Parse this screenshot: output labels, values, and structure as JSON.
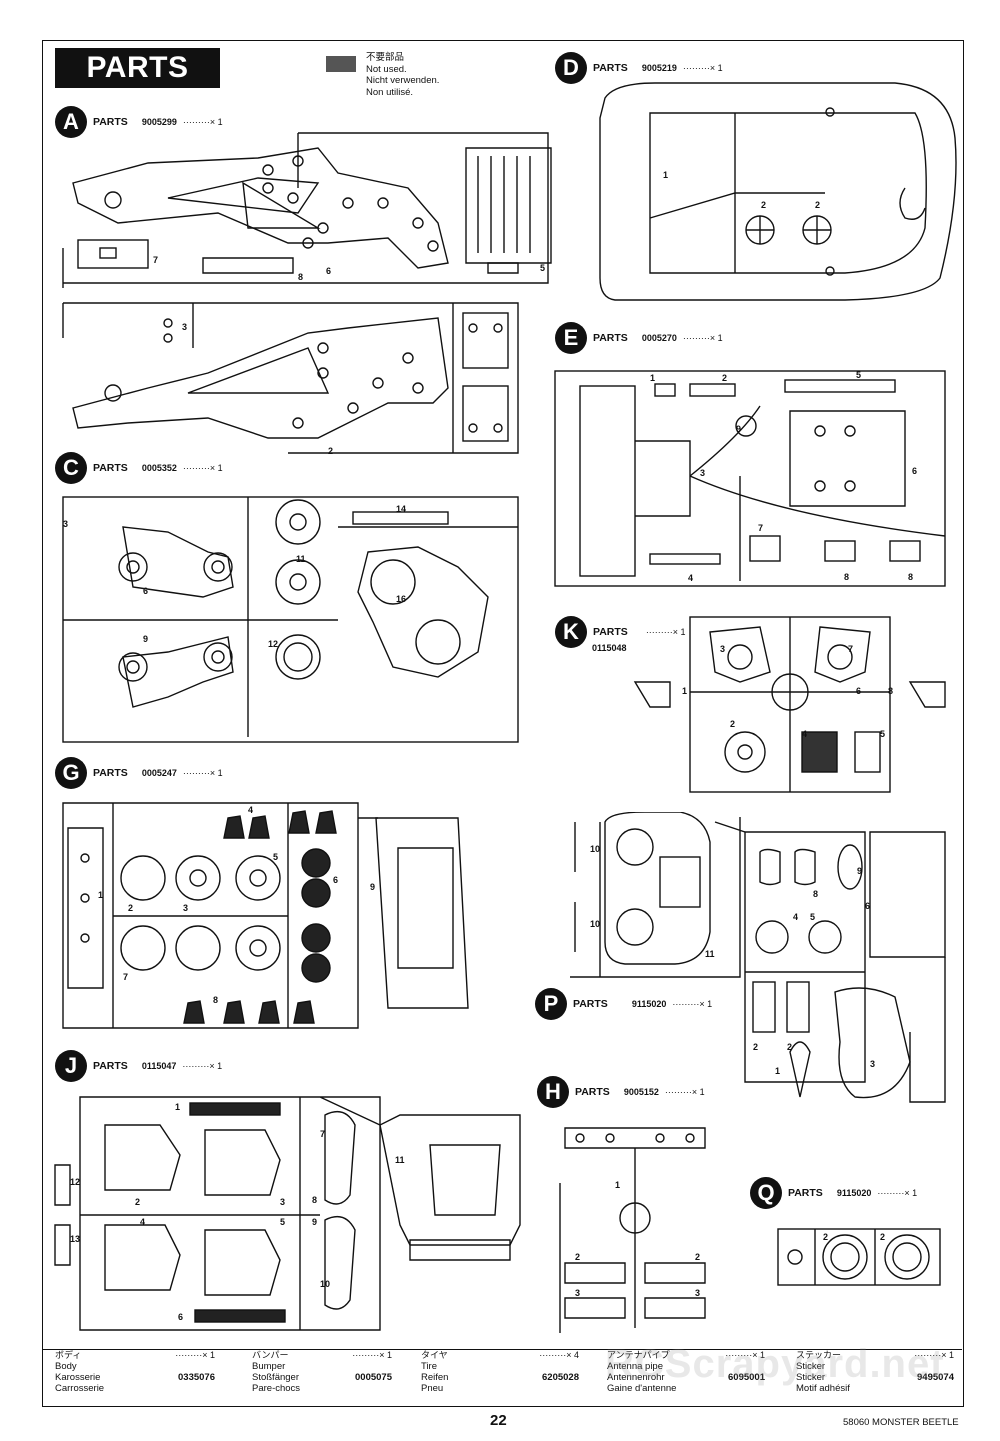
{
  "header": {
    "title": "PARTS",
    "legend_jp": "不要部品",
    "legend_en": "Not used.",
    "legend_de": "Nicht verwenden.",
    "legend_fr": "Non utilisé."
  },
  "sections": {
    "A": {
      "letter": "A",
      "label": "PARTS",
      "number": "9005299",
      "qty": "·········× 1"
    },
    "C": {
      "letter": "C",
      "label": "PARTS",
      "number": "0005352",
      "qty": "·········× 1"
    },
    "D": {
      "letter": "D",
      "label": "PARTS",
      "number": "9005219",
      "qty": "·········× 1"
    },
    "E": {
      "letter": "E",
      "label": "PARTS",
      "number": "0005270",
      "qty": "·········× 1"
    },
    "K": {
      "letter": "K",
      "label": "PARTS",
      "number": "0115048",
      "qty": "·········× 1"
    },
    "G": {
      "letter": "G",
      "label": "PARTS",
      "number": "0005247",
      "qty": "·········× 1"
    },
    "P": {
      "letter": "P",
      "label": "PARTS",
      "number": "9115020",
      "qty": "·········× 1"
    },
    "J": {
      "letter": "J",
      "label": "PARTS",
      "number": "0115047",
      "qty": "·········× 1"
    },
    "H": {
      "letter": "H",
      "label": "PARTS",
      "number": "9005152",
      "qty": "·········× 1"
    },
    "Q": {
      "letter": "Q",
      "label": "PARTS",
      "number": "9115020",
      "qty": "·········× 1"
    }
  },
  "footer": {
    "body": {
      "jp": "ボディ",
      "en": "Body",
      "de": "Karosserie",
      "fr": "Carrosserie",
      "code": "0335076",
      "qty": "·········× 1"
    },
    "bumper": {
      "jp": "バンパー",
      "en": "Bumper",
      "de": "Stoßfänger",
      "fr": "Pare-chocs",
      "code": "0005075",
      "qty": "·········× 1"
    },
    "tire": {
      "jp": "タイヤ",
      "en": "Tire",
      "de": "Reifen",
      "fr": "Pneu",
      "code": "6205028",
      "qty": "·········× 4"
    },
    "antenna": {
      "jp": "アンテナパイプ",
      "en": "Antenna pipe",
      "de": "Antennenrohr",
      "fr": "Gaine d'antenne",
      "code": "6095001",
      "qty": "·········× 1"
    },
    "sticker": {
      "jp": "ステッカー",
      "en": "Sticker",
      "de": "Sticker",
      "fr": "Motif adhésif",
      "code": "9495074",
      "qty": "·········× 1"
    }
  },
  "page_number": "22",
  "model": "58060 MONSTER BEETLE",
  "watermark": "RCScrapyard.net"
}
